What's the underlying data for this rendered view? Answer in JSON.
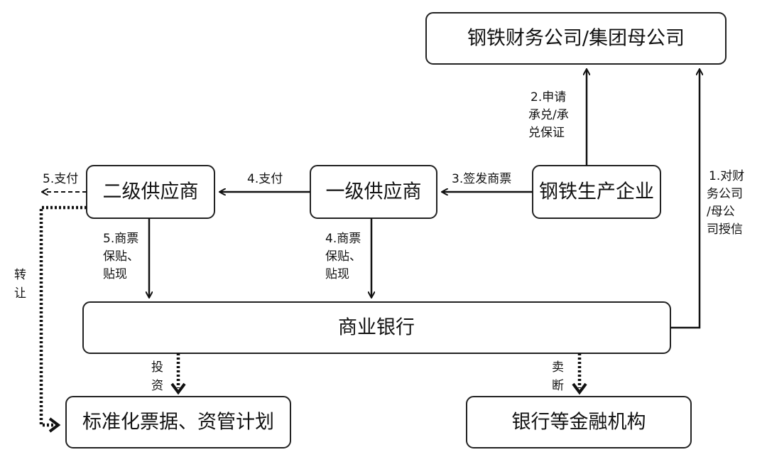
{
  "nodes": {
    "finance_company": "钢铁财务公司/集团母公司",
    "steel_producer": "钢铁生产企业",
    "tier1_supplier": "一级供应商",
    "tier2_supplier": "二级供应商",
    "commercial_bank": "商业银行",
    "standardized_bills": "标准化票据、资管计划",
    "financial_institutions": "银行等金融机构"
  },
  "edges": {
    "credit": [
      "1.对财",
      "务公司",
      "/母公",
      "司授信"
    ],
    "apply_acceptance": [
      "2.申请",
      "承兑/承",
      "兑保证"
    ],
    "issue_bill": "3.签发商票",
    "pay_tier2": "4.支付",
    "tier1_discount": [
      "4.商票",
      "保贴、",
      "贴现"
    ],
    "tier2_pay_out": "5.支付",
    "tier2_discount": [
      "5.商票",
      "保贴、",
      "贴现"
    ],
    "transfer": [
      "转",
      "让"
    ],
    "invest": [
      "投",
      "资"
    ],
    "sell": [
      "卖",
      "断"
    ]
  }
}
